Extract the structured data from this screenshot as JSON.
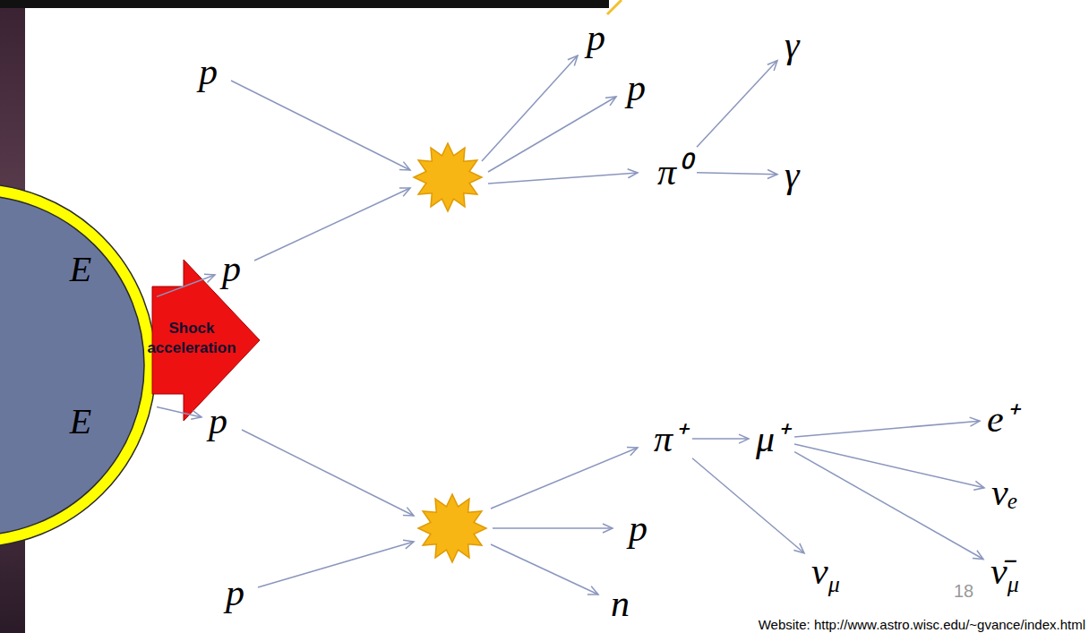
{
  "diagram": {
    "nodes": [
      {
        "text": [
          "E",
          "E"
        ]
      },
      {
        "text": [
          "Shock acceleration"
        ]
      },
      {
        "text": [
          "p"
        ]
      },
      {
        "text": [
          "p"
        ]
      },
      {
        "text": [
          "p"
        ]
      },
      {
        "text": [
          "p"
        ]
      },
      {
        "text": [
          "π⁰"
        ]
      },
      {
        "text": [
          "γ"
        ]
      },
      {
        "text": [
          "γ"
        ]
      },
      {
        "text": [
          "p"
        ]
      },
      {
        "text": [
          "p"
        ]
      },
      {
        "text": [
          "π⁺"
        ]
      },
      {
        "text": [
          "p"
        ]
      },
      {
        "text": [
          "n"
        ]
      },
      {
        "text": [
          "μ⁺"
        ]
      },
      {
        "text": [
          "νμ"
        ]
      },
      {
        "text": [
          "e⁺"
        ]
      },
      {
        "text": [
          "νₑ"
        ]
      },
      {
        "text": [
          "ν̄μ"
        ]
      }
    ],
    "edges": [
      {
        "from": 0,
        "to": 3,
        "arrow": "to"
      },
      {
        "from": 0,
        "to": 9,
        "arrow": "to"
      },
      {
        "from": 6,
        "to": 7,
        "arrow": "to"
      },
      {
        "from": 6,
        "to": 8,
        "arrow": "to"
      },
      {
        "from": 11,
        "to": 14,
        "arrow": "to"
      },
      {
        "from": 11,
        "to": 15,
        "arrow": "to"
      },
      {
        "from": 14,
        "to": 16,
        "arrow": "to"
      },
      {
        "from": 14,
        "to": 17,
        "arrow": "to"
      },
      {
        "from": 14,
        "to": 18,
        "arrow": "to"
      }
    ],
    "labels": [
      "18",
      "Website: http://www.astro.wisc.edu/~gvance/index.html"
    ]
  }
}
